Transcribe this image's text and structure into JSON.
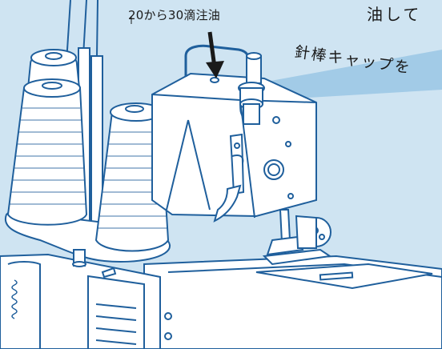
{
  "labels": {
    "oil_drops": "20から30滴注油",
    "top_right": "油して",
    "needle_bar_cap": "針棒キャップを"
  },
  "colors": {
    "background": "#cfe4f2",
    "line": "#1f5f9c",
    "fill": "#ffffff",
    "pointer_band": "#7fb6dc",
    "arrow": "#1a1a1a"
  }
}
